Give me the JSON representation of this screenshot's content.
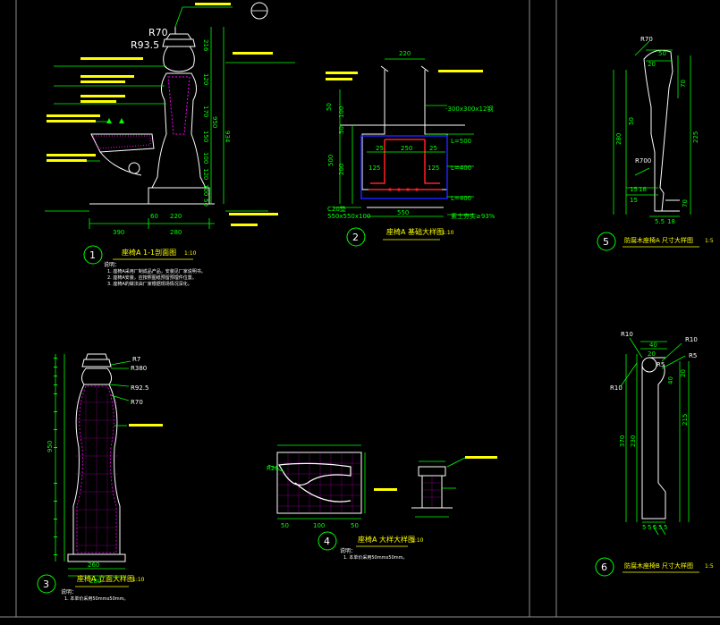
{
  "colors": {
    "background": "#000000",
    "outline": "#ffffff",
    "dimension": "#00ff00",
    "text": "#ffff00",
    "hatch": "#ff00ff",
    "rebar": "#ff2020",
    "highlight": "#2020ff",
    "frame": "#8c8c8c"
  },
  "details": [
    {
      "number": "1",
      "title": "座椅A 1-1剖面图",
      "scale": "1:10"
    },
    {
      "number": "2",
      "title": "座椅A 基础大样图",
      "scale": "1:10"
    },
    {
      "number": "3",
      "title": "座椅A 立面大样图",
      "scale": "1:10"
    },
    {
      "number": "4",
      "title": "座椅A 大样大样图",
      "scale": "1:10"
    },
    {
      "number": "5",
      "title": "防腐木座椅A 尺寸大样图",
      "scale": "1:5"
    },
    {
      "number": "6",
      "title": "防腐木座椅B 尺寸大样图",
      "scale": "1:5"
    }
  ],
  "detail1": {
    "radius_labels": [
      "R93.5",
      "R70"
    ],
    "dims_bottom": [
      "390",
      "280",
      "60",
      "220"
    ],
    "dims_right": [
      "950",
      "934"
    ],
    "dims_vertical": [
      "216",
      "120",
      "170",
      "150",
      "100",
      "120",
      "100",
      "50"
    ],
    "note_label": "说明：",
    "notes": [
      "1. 座椅A采用厂制成品产品，安装见厂家说明书。",
      "2. 座椅A安装，应按照图纸预留预埋件位置。",
      "3. 座椅A的做法由厂家根据现场情况深化。"
    ]
  },
  "detail2": {
    "dims_top": [
      "220"
    ],
    "dims_inner": [
      "25",
      "250",
      "25",
      "125",
      "125"
    ],
    "dims_left": [
      "50",
      "100",
      "50",
      "200",
      "500"
    ],
    "dims_bottom": [
      "550"
    ],
    "labels_right": [
      "L=500",
      "L=400",
      "L=400"
    ],
    "bottom_text": "素土夯实≥93%",
    "bottom_left": [
      "C20垫",
      "550x550x100"
    ],
    "spec_text": "-300x300x12钢"
  },
  "detail3": {
    "radius_labels": [
      "R7",
      "R380",
      "R92.5",
      "R70"
    ],
    "dims_bottom": [
      "260",
      "280"
    ],
    "dim_left": "950",
    "note_label": "说明：",
    "notes": [
      "1. 本单价采用50mmx50mm。"
    ]
  },
  "detail4": {
    "radius_labels": [
      "R25"
    ],
    "dims_bottom": [
      "50",
      "100",
      "50"
    ],
    "note_label": "说明：",
    "notes": [
      "1. 本单价采用50mmx50mm。"
    ]
  },
  "detail5": {
    "radius_labels": [
      "R70",
      "R700"
    ],
    "dims": [
      "50",
      "20",
      "70",
      "225",
      "50",
      "280",
      "15",
      "18",
      "15",
      "70",
      "5.5",
      "18"
    ]
  },
  "detail6": {
    "radius_labels": [
      "R10",
      "R10",
      "R10",
      "R5",
      "R5"
    ],
    "dims": [
      "40",
      "20",
      "40",
      "20",
      "370",
      "230",
      "215",
      "5",
      "5",
      "5",
      "5",
      "5"
    ]
  }
}
